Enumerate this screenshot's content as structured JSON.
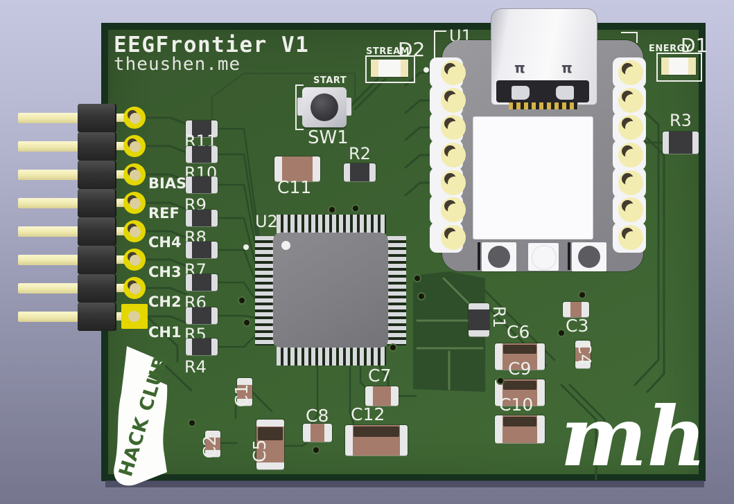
{
  "title": "EEGFrontier V1",
  "subtitle": "theushen.me",
  "branding": {
    "flag_text": "HACK CLUB",
    "logo_text": "mh"
  },
  "connector_labels": [
    "BIAS",
    "REF",
    "CH4",
    "CH3",
    "CH2",
    "CH1"
  ],
  "resistor_column": [
    "R11",
    "R10",
    "R9",
    "R8",
    "R7",
    "R6",
    "R5",
    "R4"
  ],
  "components": {
    "d2": {
      "ref": "D2",
      "function": "STREAM"
    },
    "d1": {
      "ref": "D1",
      "function": "ENERGY"
    },
    "sw1": {
      "ref": "SW1",
      "function": "START"
    },
    "u2": {
      "ref": "U2"
    },
    "u1": {
      "ref": "U1"
    },
    "r1": "R1",
    "r2": "R2",
    "r3": "R3",
    "caps": {
      "c1": "C1",
      "c2": "C2",
      "c3": "C3",
      "c4": "C4",
      "c5": "C5",
      "c6": "C6",
      "c7": "C7",
      "c8": "C8",
      "c9": "C9",
      "c10": "C10",
      "c11": "C11",
      "c12": "C12"
    }
  },
  "colors": {
    "board_face": "#3c6131",
    "board_edge": "#16311d",
    "silkscreen": "#eef0ea",
    "pad_yellow": "#e4d700",
    "trace": "#2c4c28",
    "background_top": "#c6c7e1",
    "background_bottom": "#75768e",
    "capacitor_brown": "#a57b6b",
    "module_gray": "#8a8a8f"
  }
}
